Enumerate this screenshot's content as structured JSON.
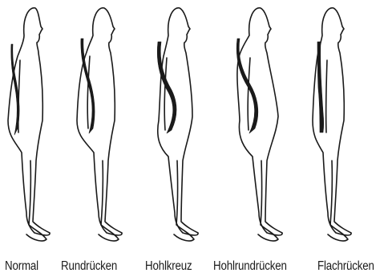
{
  "posture_types": [
    {
      "label": "Normal"
    },
    {
      "label": "Rundrücken"
    },
    {
      "label": "Hohlkreuz"
    },
    {
      "label": "Hohlrundrücken"
    },
    {
      "label": "Flachrücken"
    }
  ],
  "colors": {
    "line": "#1a1a1a",
    "background": "#ffffff"
  }
}
